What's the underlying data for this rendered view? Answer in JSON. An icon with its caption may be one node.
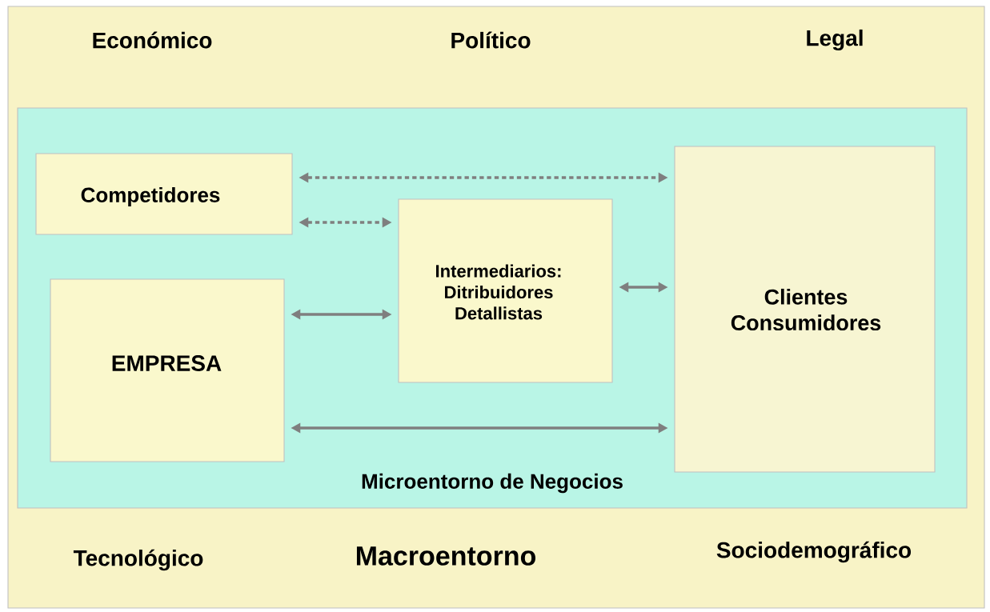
{
  "diagram": {
    "nodes": [
      {
        "text": [
          "Económico",
          "Político",
          "Legal",
          "Tecnológico",
          "Macroentorno",
          "Sociodemográfico"
        ]
      },
      {
        "text": [
          "Microentorno de Negocios"
        ],
        "in": 0
      },
      {
        "text": [
          "Competidores"
        ],
        "in": 1
      },
      {
        "text": [
          "EMPRESA"
        ],
        "in": 1
      },
      {
        "text": [
          "Intermediarios: Ditribuidores Detallistas"
        ],
        "in": 1
      },
      {
        "text": [
          "Clientes Consumidores"
        ],
        "in": 1
      }
    ],
    "edges": [
      {
        "from": 2,
        "to": 5,
        "arrow": "both",
        "style": "dashed"
      },
      {
        "from": 2,
        "to": 4,
        "arrow": "both",
        "style": "dashed"
      },
      {
        "from": 4,
        "to": 5,
        "arrow": "both"
      },
      {
        "from": 3,
        "to": 4,
        "arrow": "both"
      },
      {
        "from": 3,
        "to": 5,
        "arrow": "both"
      }
    ]
  }
}
